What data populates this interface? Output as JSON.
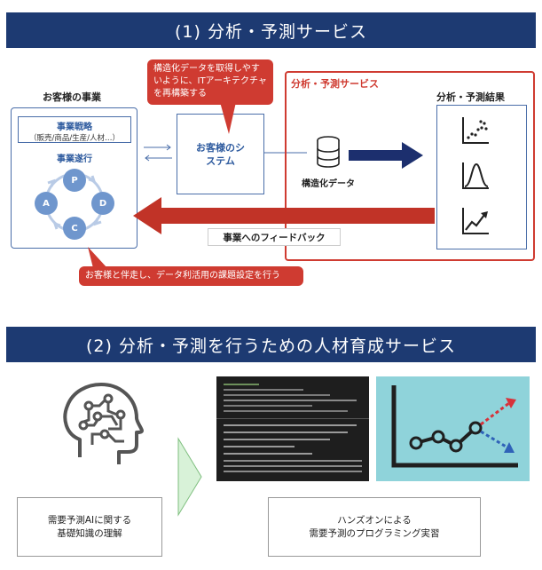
{
  "section1": {
    "title": "(1) 分析・予測サービス",
    "customer_business": {
      "heading": "お客様の事業",
      "strategy_title": "事業戦略",
      "strategy_sub": "（販売/商品/生産/人材…）",
      "execution_title": "事業遂行",
      "cycle": [
        "P",
        "D",
        "C",
        "A"
      ]
    },
    "callout_top": "構造化データを取得しやすいように、ITアーキテクチャを再構築する",
    "customer_system": "お客様のシステム",
    "service": {
      "title": "分析・予測サービス",
      "structured_data": "構造化データ",
      "results_heading": "分析・予測結果"
    },
    "feedback": "事業へのフィードバック",
    "callout_bottom": "お客様と伴走し、データ利活用の課題設定を行う"
  },
  "section2": {
    "title": "(2) 分析・予測を行うための人材育成サービス",
    "box_left": "需要予測AIに関する\n基礎知識の理解",
    "box_right": "ハンズオンによる\n需要予測のプログラミング実習"
  },
  "colors": {
    "banner": "#1d3a72",
    "accent_red": "#cf3b31",
    "node_blue": "#6f96cd",
    "arrow_navy": "#1c2f6e"
  }
}
